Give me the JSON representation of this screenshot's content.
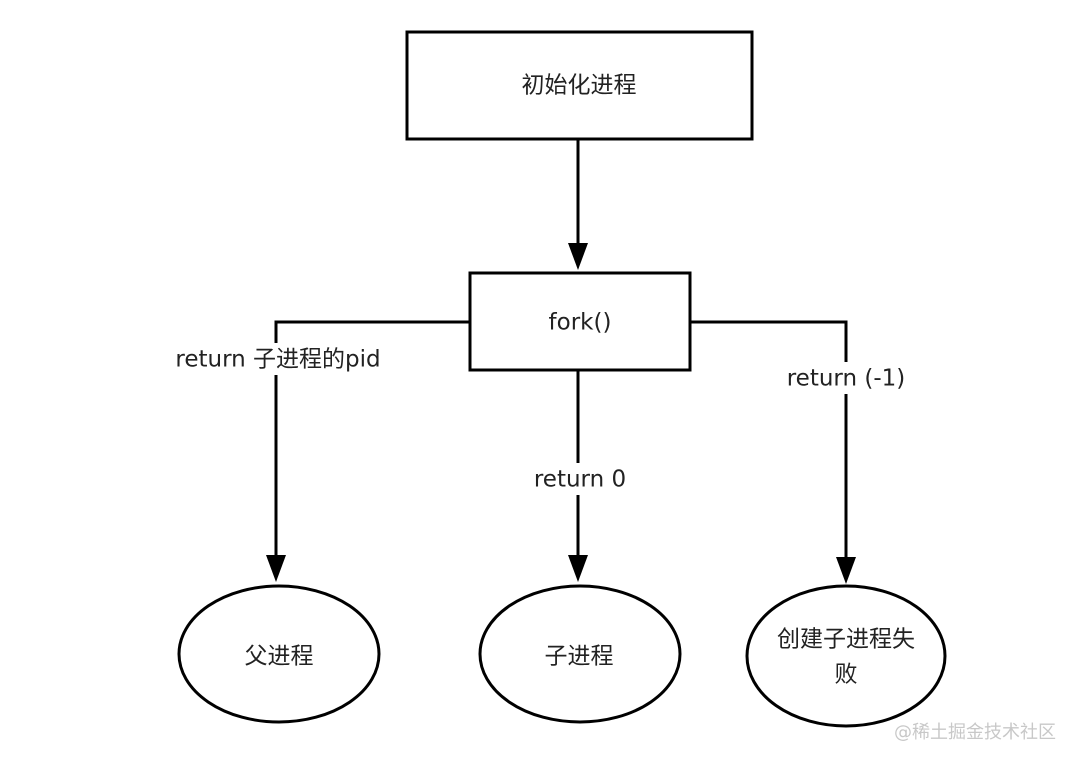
{
  "nodes": {
    "init": "初始化进程",
    "fork": "fork()",
    "parent": "父进程",
    "child": "子进程",
    "fail_line1": "创建子进程失",
    "fail_line2": "败"
  },
  "edges": {
    "to_parent": "return 子进程的pid",
    "to_child": "return 0",
    "to_fail": "return (-1)"
  },
  "watermark": "@稀土掘金技术社区"
}
